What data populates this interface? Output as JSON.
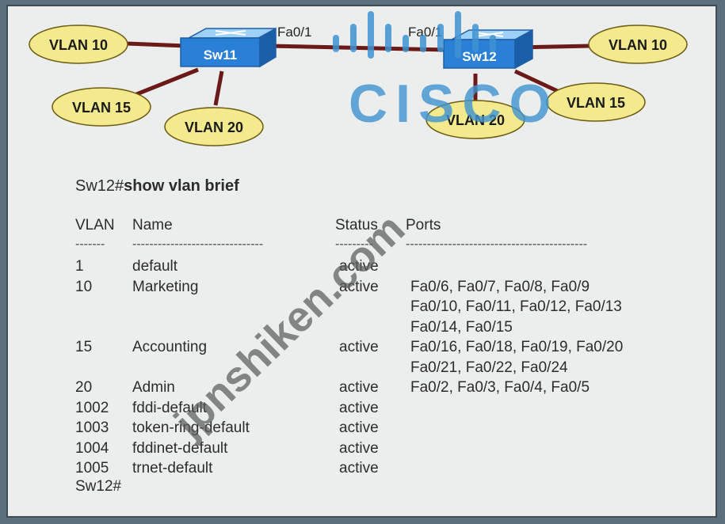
{
  "diagram": {
    "sw11": {
      "label": "Sw11",
      "vlans": [
        "VLAN 10",
        "VLAN 15",
        "VLAN 20"
      ]
    },
    "sw12": {
      "label": "Sw12",
      "vlans": [
        "VLAN 10",
        "VLAN 15",
        "VLAN 20"
      ]
    },
    "trunk": {
      "left_port": "Fa0/1",
      "right_port": "Fa0/1"
    },
    "colors": {
      "link": "#6b1a1a",
      "vlan_fill": "#f2ea8c",
      "switch_blue": "#2a7fd6"
    }
  },
  "cli": {
    "prompt": "Sw12#",
    "command": "show vlan brief",
    "headers": {
      "vlan": "VLAN",
      "name": "Name",
      "status": "Status",
      "ports": "Ports"
    },
    "dashes": {
      "vlan": "-------",
      "name": "-------------------------------",
      "status": "---------",
      "ports": "-------------------------------------------"
    },
    "rows": [
      {
        "vlan": "1",
        "name": "default",
        "status": "active",
        "ports": []
      },
      {
        "vlan": "10",
        "name": "Marketing",
        "status": "active",
        "ports": [
          "Fa0/6, Fa0/7, Fa0/8, Fa0/9",
          "Fa0/10, Fa0/11, Fa0/12, Fa0/13",
          "Fa0/14, Fa0/15"
        ]
      },
      {
        "vlan": "15",
        "name": "Accounting",
        "status": "active",
        "ports": [
          "Fa0/16, Fa0/18, Fa0/19, Fa0/20",
          "Fa0/21, Fa0/22, Fa0/24"
        ]
      },
      {
        "vlan": "20",
        "name": "Admin",
        "status": "active",
        "ports": [
          "Fa0/2, Fa0/3, Fa0/4, Fa0/5"
        ]
      },
      {
        "vlan": "1002",
        "name": "fddi-default",
        "status": "active",
        "ports": []
      },
      {
        "vlan": "1003",
        "name": "token-ring-default",
        "status": "active",
        "ports": []
      },
      {
        "vlan": "1004",
        "name": "fddinet-default",
        "status": "active",
        "ports": []
      },
      {
        "vlan": "1005",
        "name": "trnet-default",
        "status": "active",
        "ports": []
      }
    ],
    "end_prompt": "Sw12#"
  },
  "watermark": {
    "brand": "CISCO",
    "site": "jpnshiken.com"
  }
}
